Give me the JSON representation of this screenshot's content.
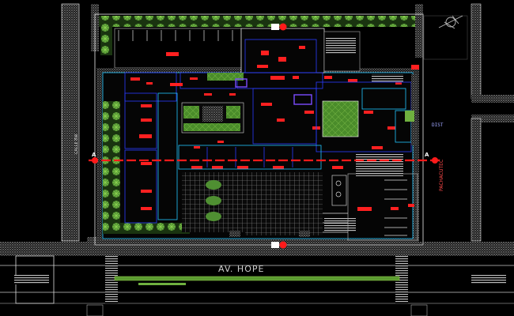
{
  "drawing": {
    "street_bottom": "AV. HOPE",
    "street_left": "CALLE 8W",
    "street_right": "PACHACUTEC",
    "section_marker_left": "A",
    "section_marker_right": "A",
    "blue_tag": "DIST"
  },
  "colors": {
    "background": "#000000",
    "sidewalk": "#d8d8d8",
    "vegetation": "#3d7a2a",
    "furniture_red": "#ff2020",
    "linework_blue": "#2a3cff",
    "linework_cyan": "#21c6ff",
    "section_line": "#ff1a1a",
    "court": "#4a8c2a"
  }
}
